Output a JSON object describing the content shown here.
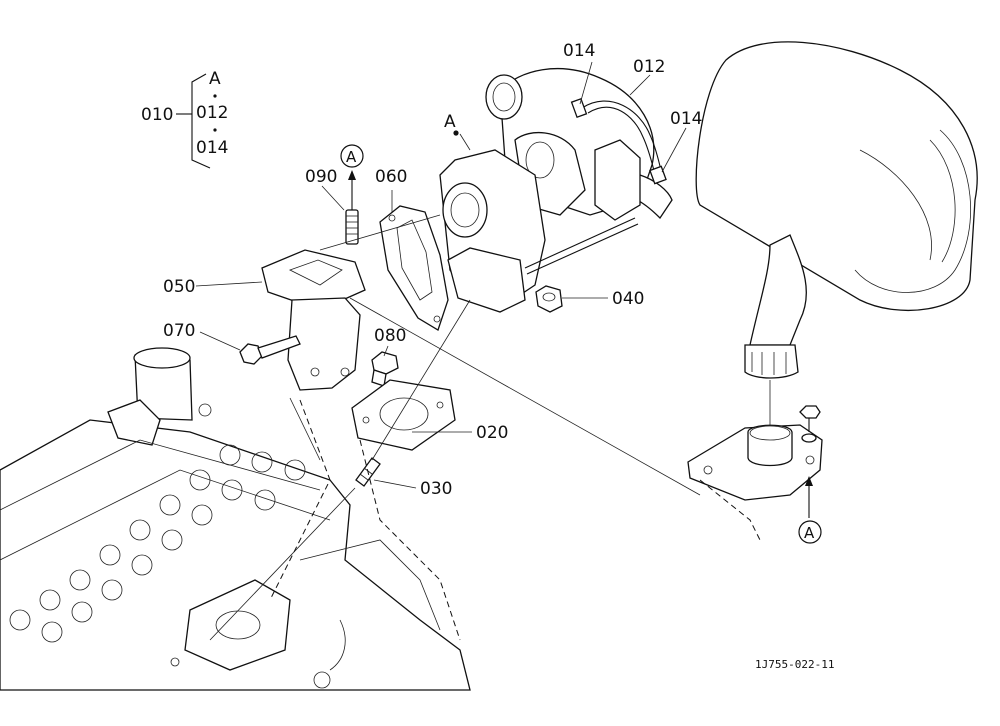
{
  "group": {
    "main": "010",
    "members": [
      "A",
      "012",
      "014"
    ]
  },
  "labels": {
    "p014_top": "014",
    "p012": "012",
    "p014_right": "014",
    "pA_turbo": "A",
    "p090": "090",
    "p060": "060",
    "p050": "050",
    "p070": "070",
    "p080": "080",
    "p040": "040",
    "p020": "020",
    "p030": "030",
    "circleA_top": "A",
    "circleA_bottom": "A"
  },
  "reference": "1J755-022-11"
}
